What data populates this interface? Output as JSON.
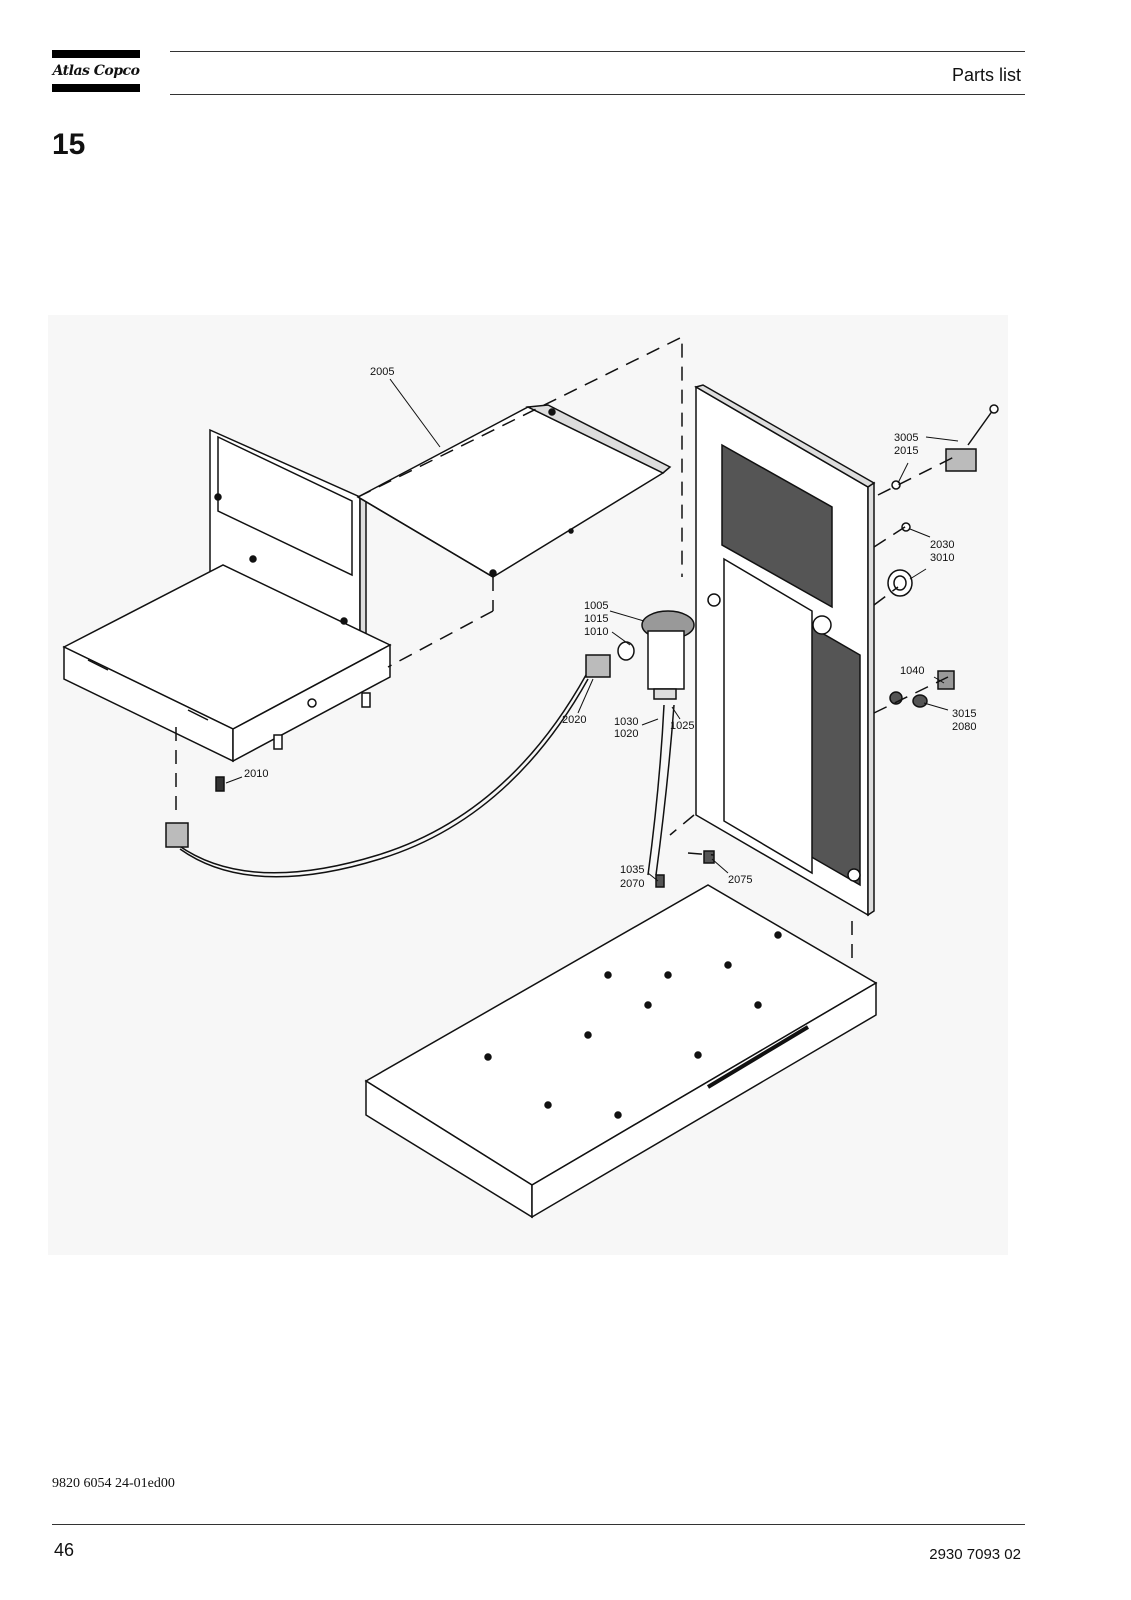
{
  "header": {
    "logo_text": "Atlas Copco",
    "section_label": "Parts list"
  },
  "section_number": "15",
  "drawing": {
    "callouts": {
      "c2005": "2005",
      "c3005": "3005",
      "c2015": "2015",
      "c2030": "2030",
      "c3010": "3010",
      "c1005": "1005",
      "c1015": "1015",
      "c1010": "1010",
      "c1040": "1040",
      "c3015": "3015",
      "c2080": "2080",
      "c2020": "2020",
      "c1030": "1030",
      "c1020": "1020",
      "c1025": "1025",
      "c2010": "2010",
      "c1035": "1035",
      "c2070": "2070",
      "c2075": "2075"
    }
  },
  "footer": {
    "doc_code": "9820 6054 24-01ed00",
    "page_number": "46",
    "part_number": "2930 7093 02"
  }
}
